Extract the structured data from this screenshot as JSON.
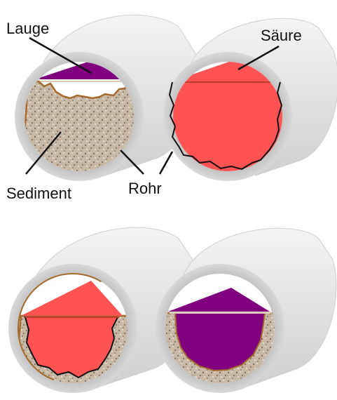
{
  "labels": {
    "lauge": "Lauge",
    "saeure": "Säure",
    "sediment": "Sediment",
    "rohr": "Rohr"
  },
  "colors": {
    "pipe_outer": "#d9d9d9",
    "pipe_inner_shadow": "#ececec",
    "lauge": "#800080",
    "saeure": "#ff5252",
    "sediment": "#c9b9a8",
    "sediment_rim": "#a56a2c",
    "acid_line": "#c0392b",
    "base_line": "#d8c9b8"
  },
  "panels": [
    {
      "id": "top-left",
      "fill": "lauge",
      "sediment": true
    },
    {
      "id": "top-right",
      "fill": "saeure",
      "sediment": false
    },
    {
      "id": "bottom-left",
      "fill": "saeure",
      "sediment": true
    },
    {
      "id": "bottom-right",
      "fill": "lauge",
      "sediment": true
    }
  ]
}
